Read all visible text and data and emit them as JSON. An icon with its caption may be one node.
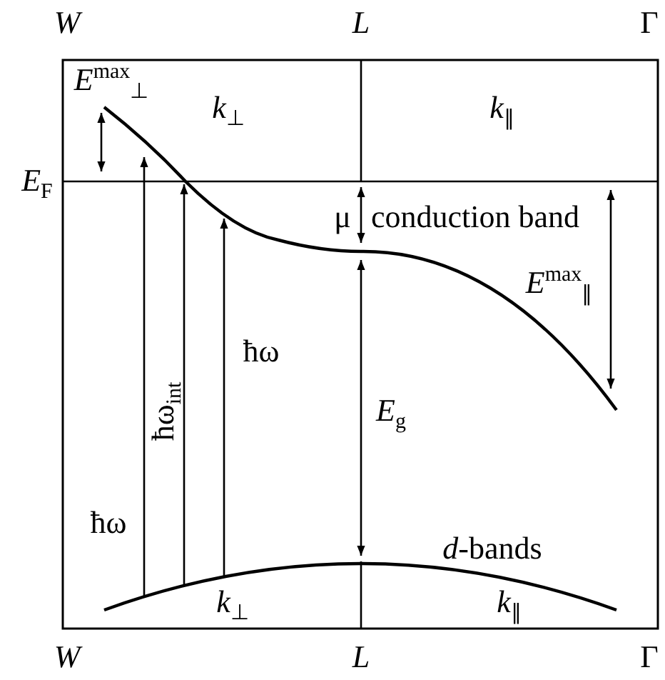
{
  "diagram": {
    "labels": [
      "W",
      "L",
      "Γ",
      "*E*$^{max}$$_{⊥}$",
      "*k*$_{⊥}$",
      "*k*$_{∥}$",
      "*E*$_{F}$",
      "μ",
      "conduction band",
      "*E*$^{max}$$_{∥}$",
      "ħω",
      "ħω$_{int}$",
      "*E*$_{g}$",
      "ħω",
      "*d*-bands",
      "*k*$_{⊥}$",
      "*k*$_{∥}$",
      "W",
      "L",
      "Γ"
    ]
  }
}
